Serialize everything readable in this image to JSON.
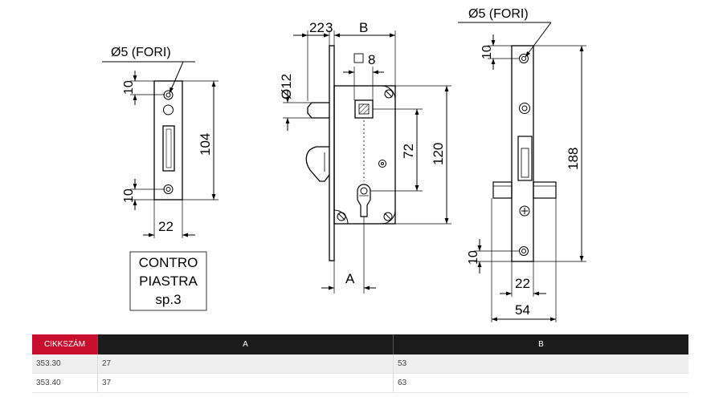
{
  "colors": {
    "header_accent": "#c8102e",
    "header_bg": "#1b1b1b",
    "line": "#000000"
  },
  "plate": {
    "hole_label": "Ø5 (FORI)",
    "dim_top_10": "10",
    "dim_bottom_10": "10",
    "dim_height": "104",
    "dim_width": "22",
    "box_line1": "CONTRO",
    "box_line2": "PIASTRA",
    "box_line3": "sp.3"
  },
  "side_view": {
    "dim_22": "22",
    "dim_3": "3",
    "dim_b": "B",
    "dim_8": "8",
    "dim_pin": "Ø12",
    "dim_72": "72",
    "dim_120": "120",
    "dim_a": "A"
  },
  "front_view": {
    "hole_label": "Ø5 (FORI)",
    "dim_top_10": "10",
    "dim_height": "188",
    "dim_bottom_10": "10",
    "dim_22": "22",
    "dim_54": "54"
  },
  "table": {
    "headers": [
      "CIKKSZÁM",
      "A",
      "B"
    ],
    "rows": [
      [
        "353.30",
        "27",
        "53"
      ],
      [
        "353.40",
        "37",
        "63"
      ]
    ]
  }
}
